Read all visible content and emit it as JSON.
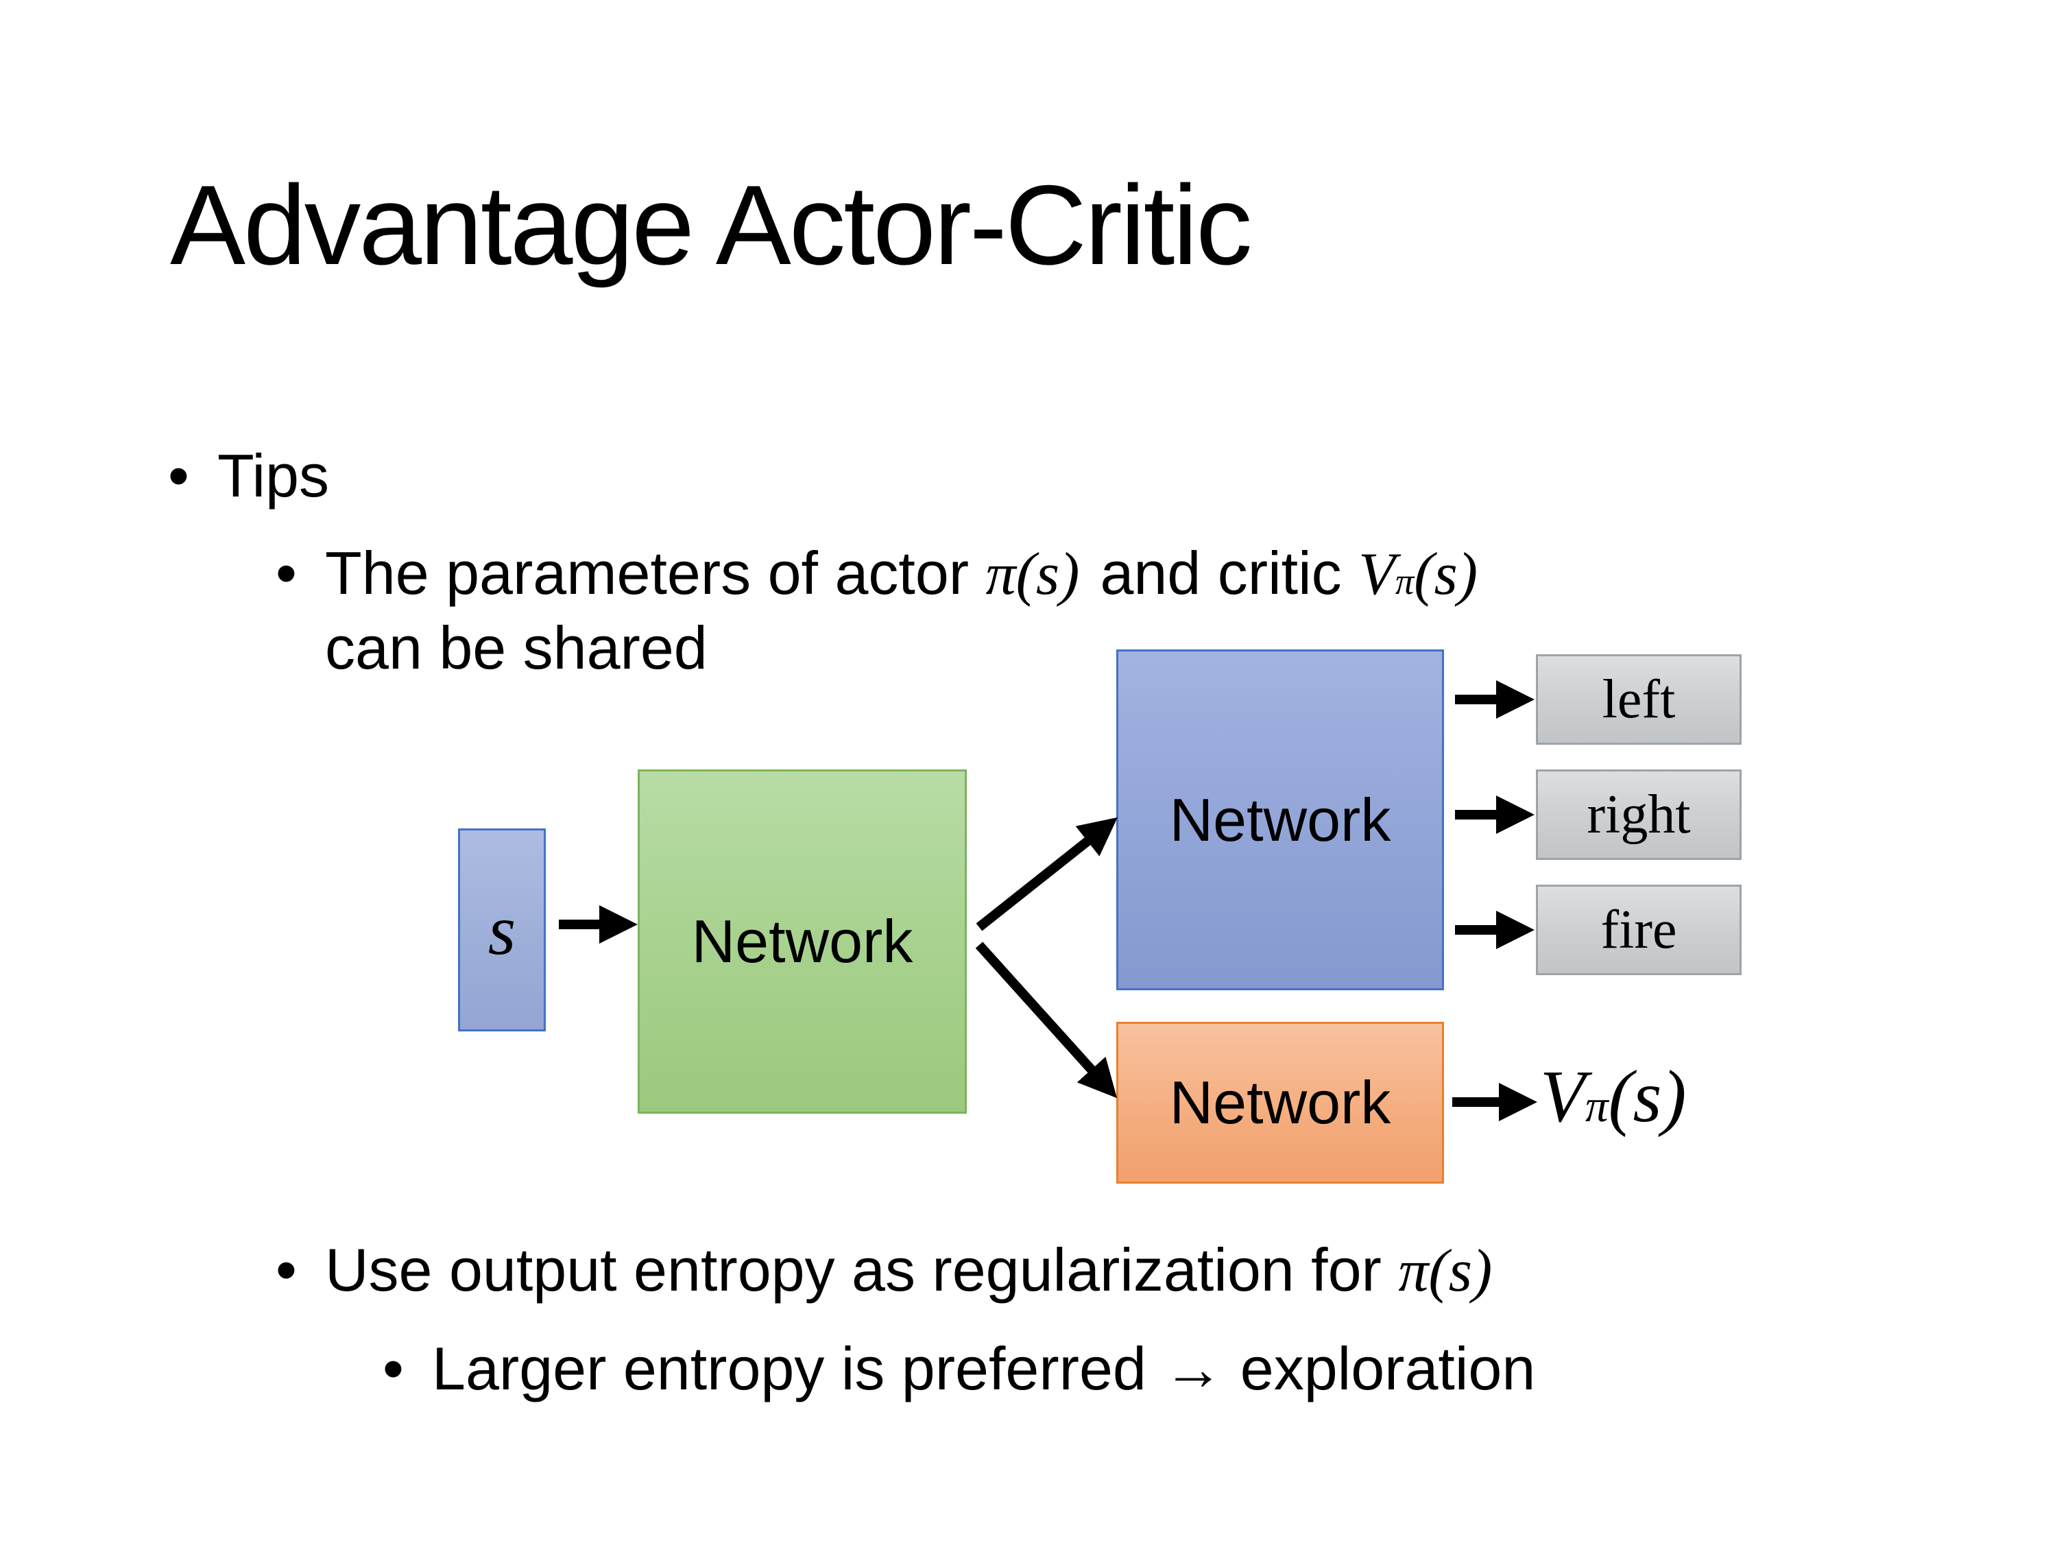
{
  "title": "Advantage Actor-Critic",
  "bullet_char": "•",
  "bullets": {
    "tips": "Tips",
    "shared": {
      "pre": "The parameters of actor ",
      "actor_math": "π(s)",
      "mid": "and critic ",
      "critic_base": "V",
      "critic_sup": "π",
      "critic_args": "(s)",
      "line2": "can be shared"
    },
    "entropy": {
      "pre": "Use output entropy as regularization for ",
      "math": "π(s)"
    },
    "entropy_sub": "Larger entropy is preferred → exploration"
  },
  "diagram": {
    "input_label": "s",
    "shared_network_label": "Network",
    "actor_network_label": "Network",
    "critic_network_label": "Network",
    "actions": [
      "left",
      "right",
      "fire"
    ],
    "critic_output": {
      "base": "V",
      "sup": "π",
      "args": "(s)"
    }
  },
  "colors": {
    "background": "#FFFFFF",
    "text": "#000000",
    "input_fill": "#9DAFD9",
    "input_border": "#4472C4",
    "shared_fill": "#A8D28F",
    "shared_border": "#7DB35C",
    "actor_fill": "#93A6D8",
    "actor_border": "#4472C4",
    "critic_fill": "#F5AE80",
    "critic_border": "#E8802F",
    "action_fill": "#CDD0D3",
    "action_border": "#A0A3A6",
    "arrow": "#000000"
  }
}
